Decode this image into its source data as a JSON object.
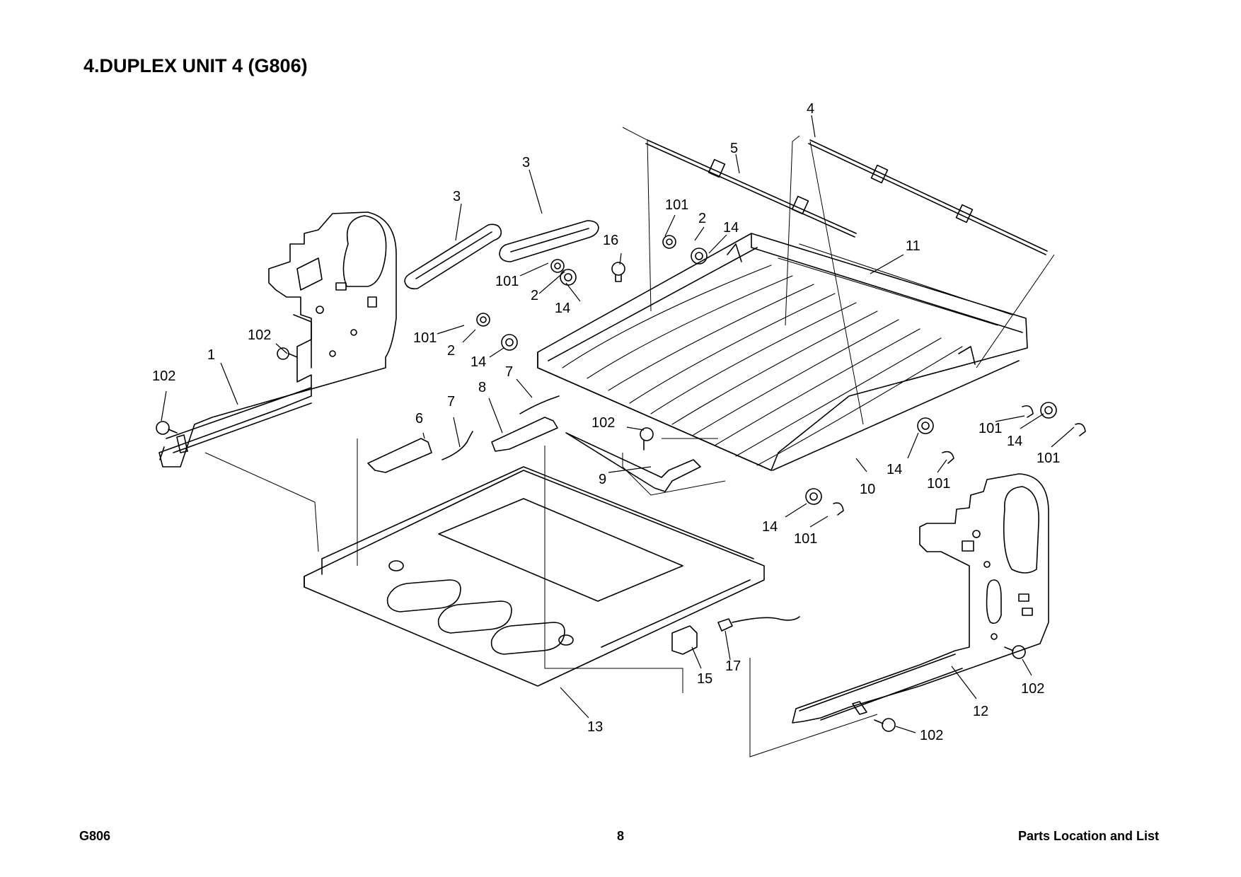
{
  "title": "4.DUPLEX UNIT 4 (G806)",
  "footer": {
    "model": "G806",
    "page_number": "8",
    "section": "Parts Location and List"
  },
  "callouts": [
    {
      "id": "c1",
      "label": "4"
    },
    {
      "id": "c2",
      "label": "5"
    },
    {
      "id": "c3",
      "label": "3"
    },
    {
      "id": "c4",
      "label": "3"
    },
    {
      "id": "c5",
      "label": "101"
    },
    {
      "id": "c6",
      "label": "2"
    },
    {
      "id": "c7",
      "label": "14"
    },
    {
      "id": "c8",
      "label": "16"
    },
    {
      "id": "c9",
      "label": "11"
    },
    {
      "id": "c10",
      "label": "101"
    },
    {
      "id": "c11",
      "label": "2"
    },
    {
      "id": "c12",
      "label": "14"
    },
    {
      "id": "c13",
      "label": "101"
    },
    {
      "id": "c14",
      "label": "2"
    },
    {
      "id": "c15",
      "label": "14"
    },
    {
      "id": "c16",
      "label": "102"
    },
    {
      "id": "c17",
      "label": "1"
    },
    {
      "id": "c18",
      "label": "102"
    },
    {
      "id": "c19",
      "label": "7"
    },
    {
      "id": "c20",
      "label": "8"
    },
    {
      "id": "c21",
      "label": "7"
    },
    {
      "id": "c22",
      "label": "6"
    },
    {
      "id": "c23",
      "label": "102"
    },
    {
      "id": "c24",
      "label": "9"
    },
    {
      "id": "c25",
      "label": "101"
    },
    {
      "id": "c26",
      "label": "14"
    },
    {
      "id": "c27",
      "label": "101"
    },
    {
      "id": "c28",
      "label": "14"
    },
    {
      "id": "c29",
      "label": "101"
    },
    {
      "id": "c30",
      "label": "10"
    },
    {
      "id": "c31",
      "label": "14"
    },
    {
      "id": "c32",
      "label": "101"
    },
    {
      "id": "c33",
      "label": "102"
    },
    {
      "id": "c34",
      "label": "12"
    },
    {
      "id": "c35",
      "label": "102"
    },
    {
      "id": "c36",
      "label": "15"
    },
    {
      "id": "c37",
      "label": "17"
    },
    {
      "id": "c38",
      "label": "13"
    }
  ]
}
